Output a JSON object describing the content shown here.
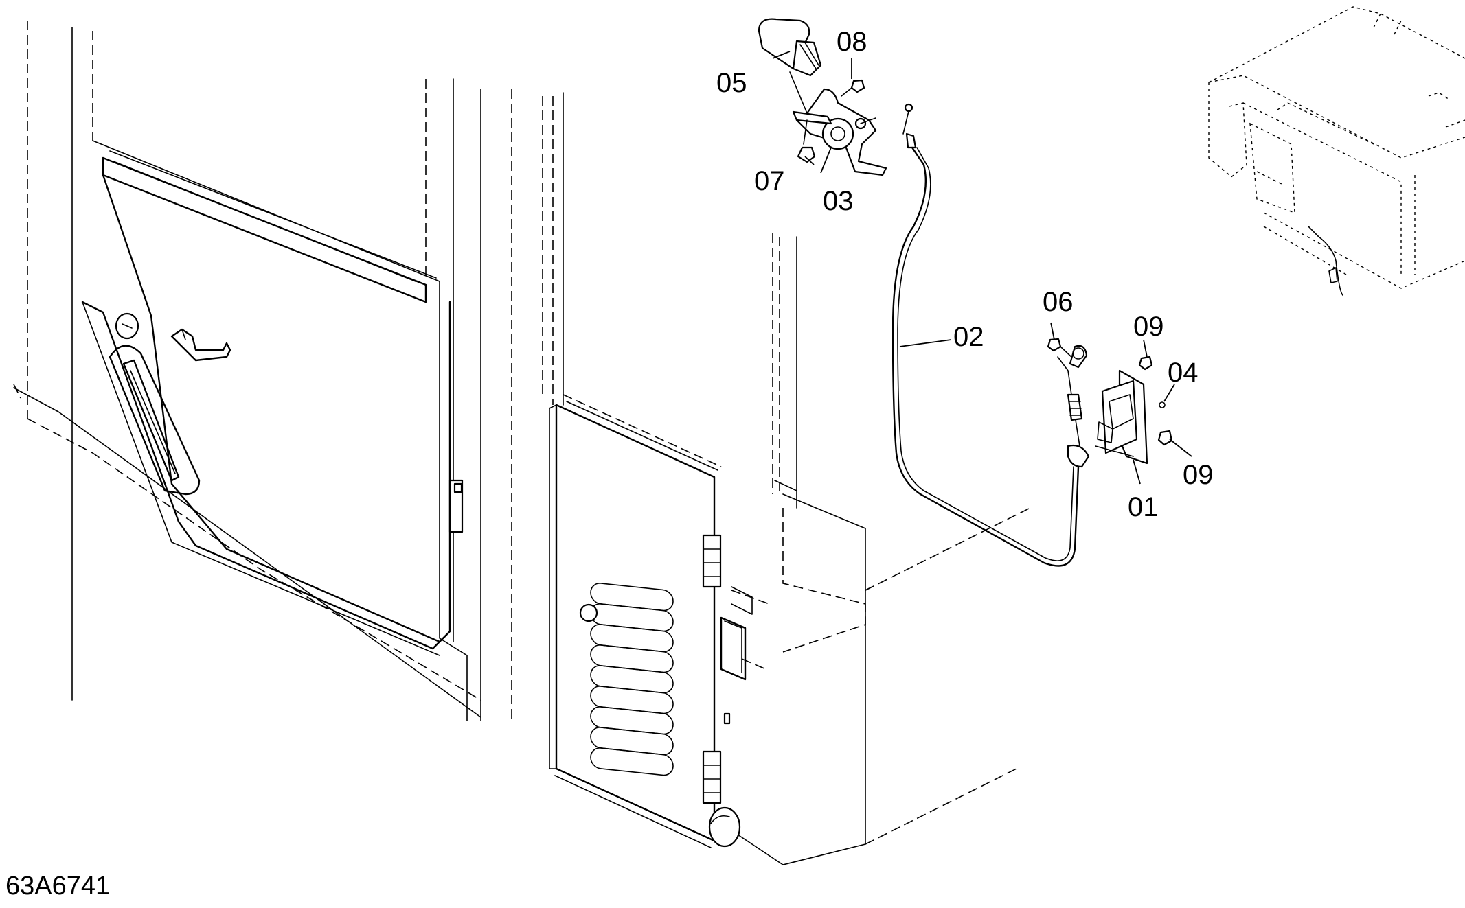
{
  "diagram": {
    "drawing_number": "63A6741",
    "callouts": [
      {
        "id": "c01",
        "label": "01"
      },
      {
        "id": "c02",
        "label": "02"
      },
      {
        "id": "c03",
        "label": "03"
      },
      {
        "id": "c04",
        "label": "04"
      },
      {
        "id": "c05",
        "label": "05"
      },
      {
        "id": "c06",
        "label": "06"
      },
      {
        "id": "c07",
        "label": "07"
      },
      {
        "id": "c08",
        "label": "08"
      },
      {
        "id": "c09a",
        "label": "09"
      },
      {
        "id": "c09b",
        "label": "09"
      }
    ]
  }
}
